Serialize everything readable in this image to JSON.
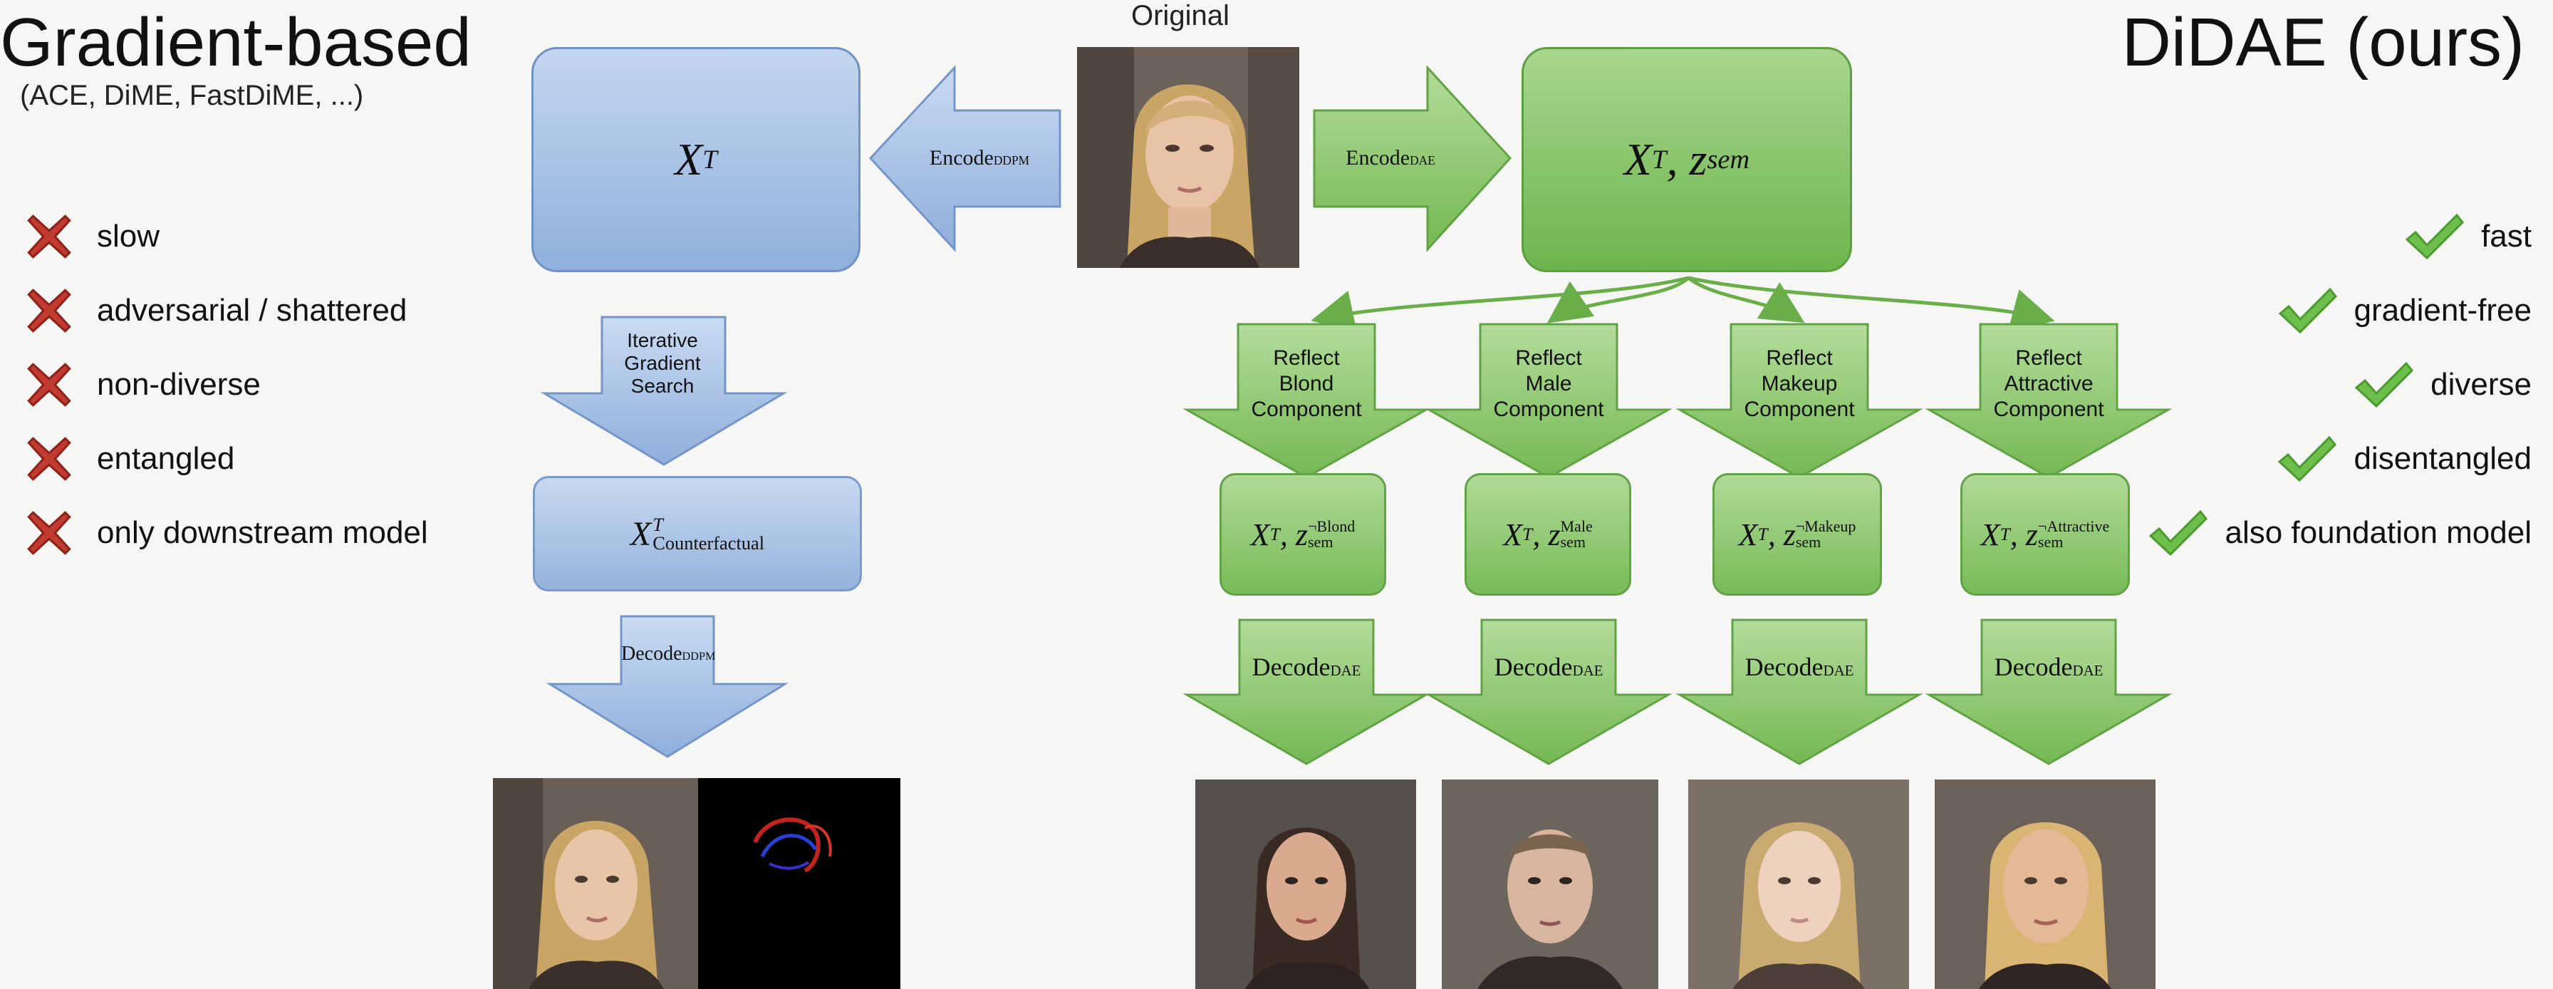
{
  "header": {
    "left_title": "Gradient-based",
    "left_subtitle": "(ACE, DiME, FastDiME, ...)",
    "right_title": "DiDAE (ours)",
    "original_label": "Original"
  },
  "cons": [
    "slow",
    "adversarial / shattered",
    "non-diverse",
    "entangled",
    "only downstream model"
  ],
  "pros": [
    "fast",
    "gradient-free",
    "diverse",
    "disentangled",
    "also foundation model"
  ],
  "left_pipeline": {
    "encode_label": "Encode",
    "encode_sub": "DDPM",
    "latent_base": "X",
    "latent_sup": "T",
    "search_label": "Iterative Gradient Search",
    "cf_sub": "Counterfactual",
    "decode_label": "Decode",
    "decode_sub": "DDPM"
  },
  "right_pipeline": {
    "encode_label": "Encode",
    "encode_sub": "DAE",
    "latent_text": ", z",
    "latent_sub": "sem",
    "decode_label": "Decode",
    "decode_sub": "DAE",
    "branches": [
      {
        "reflect": "Reflect",
        "attr": "Blond",
        "component": "Component",
        "sup": "¬Blond"
      },
      {
        "reflect": "Reflect",
        "attr": "Male",
        "component": "Component",
        "sup": "Male"
      },
      {
        "reflect": "Reflect",
        "attr": "Makeup",
        "component": "Component",
        "sup": "¬Makeup"
      },
      {
        "reflect": "Reflect",
        "attr": "Attractive",
        "component": "Component",
        "sup": "¬Attractive"
      }
    ]
  },
  "colors": {
    "blue_box": "#9fbce3",
    "green_box": "#7fc15f",
    "cross_red": "#c0392b",
    "check_green": "#6cbf4a"
  }
}
